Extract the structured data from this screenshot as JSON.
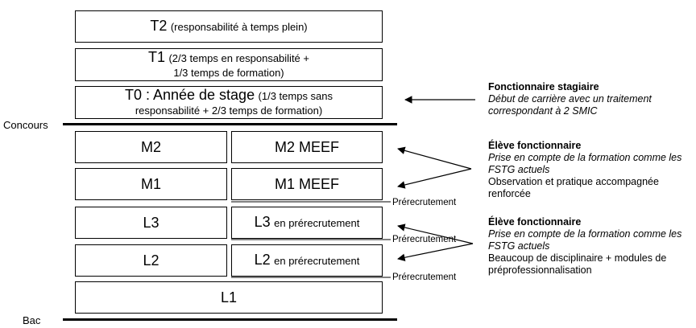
{
  "levels": {
    "t2": {
      "main": "T2",
      "sub": "(responsabilité à temps plein)"
    },
    "t1": {
      "main": "T1",
      "sub_a": "(2/3 temps en responsabilité +",
      "sub_b": "1/3 temps de formation)"
    },
    "t0": {
      "main": "T0 :  Année de stage",
      "sub_a": "(1/3 temps sans",
      "sub_b": "responsabilité + 2/3 temps de formation)"
    },
    "m2": {
      "left": "M2",
      "right": "M2 MEEF"
    },
    "m1": {
      "left": "M1",
      "right": "M1 MEEF"
    },
    "l3": {
      "left": "L3",
      "right_main": "L3",
      "right_sub": "en prérecrutement"
    },
    "l2": {
      "left": "L2",
      "right_main": "L2",
      "right_sub": "en prérecrutement"
    },
    "l1": {
      "label": "L1"
    }
  },
  "milestones": {
    "concours": "Concours",
    "bac": "Bac"
  },
  "prerecrutement_labels": [
    "Prérecrutement",
    "Prérecrutement",
    "Prérecrutement"
  ],
  "annotations": [
    {
      "title": "Fonctionnaire stagiaire",
      "italic": "Début de carrière avec un traitement correspondant à 2 SMIC",
      "normal": ""
    },
    {
      "title": "Élève fonctionnaire",
      "italic": "Prise en compte de la formation comme les FSTG actuels",
      "normal": "Observation et pratique accompagnée renforcée"
    },
    {
      "title": "Élève fonctionnaire",
      "italic": "Prise en compte de la formation comme les FSTG actuels",
      "normal": "Beaucoup de disciplinaire + modules de préprofessionnalisation"
    }
  ]
}
